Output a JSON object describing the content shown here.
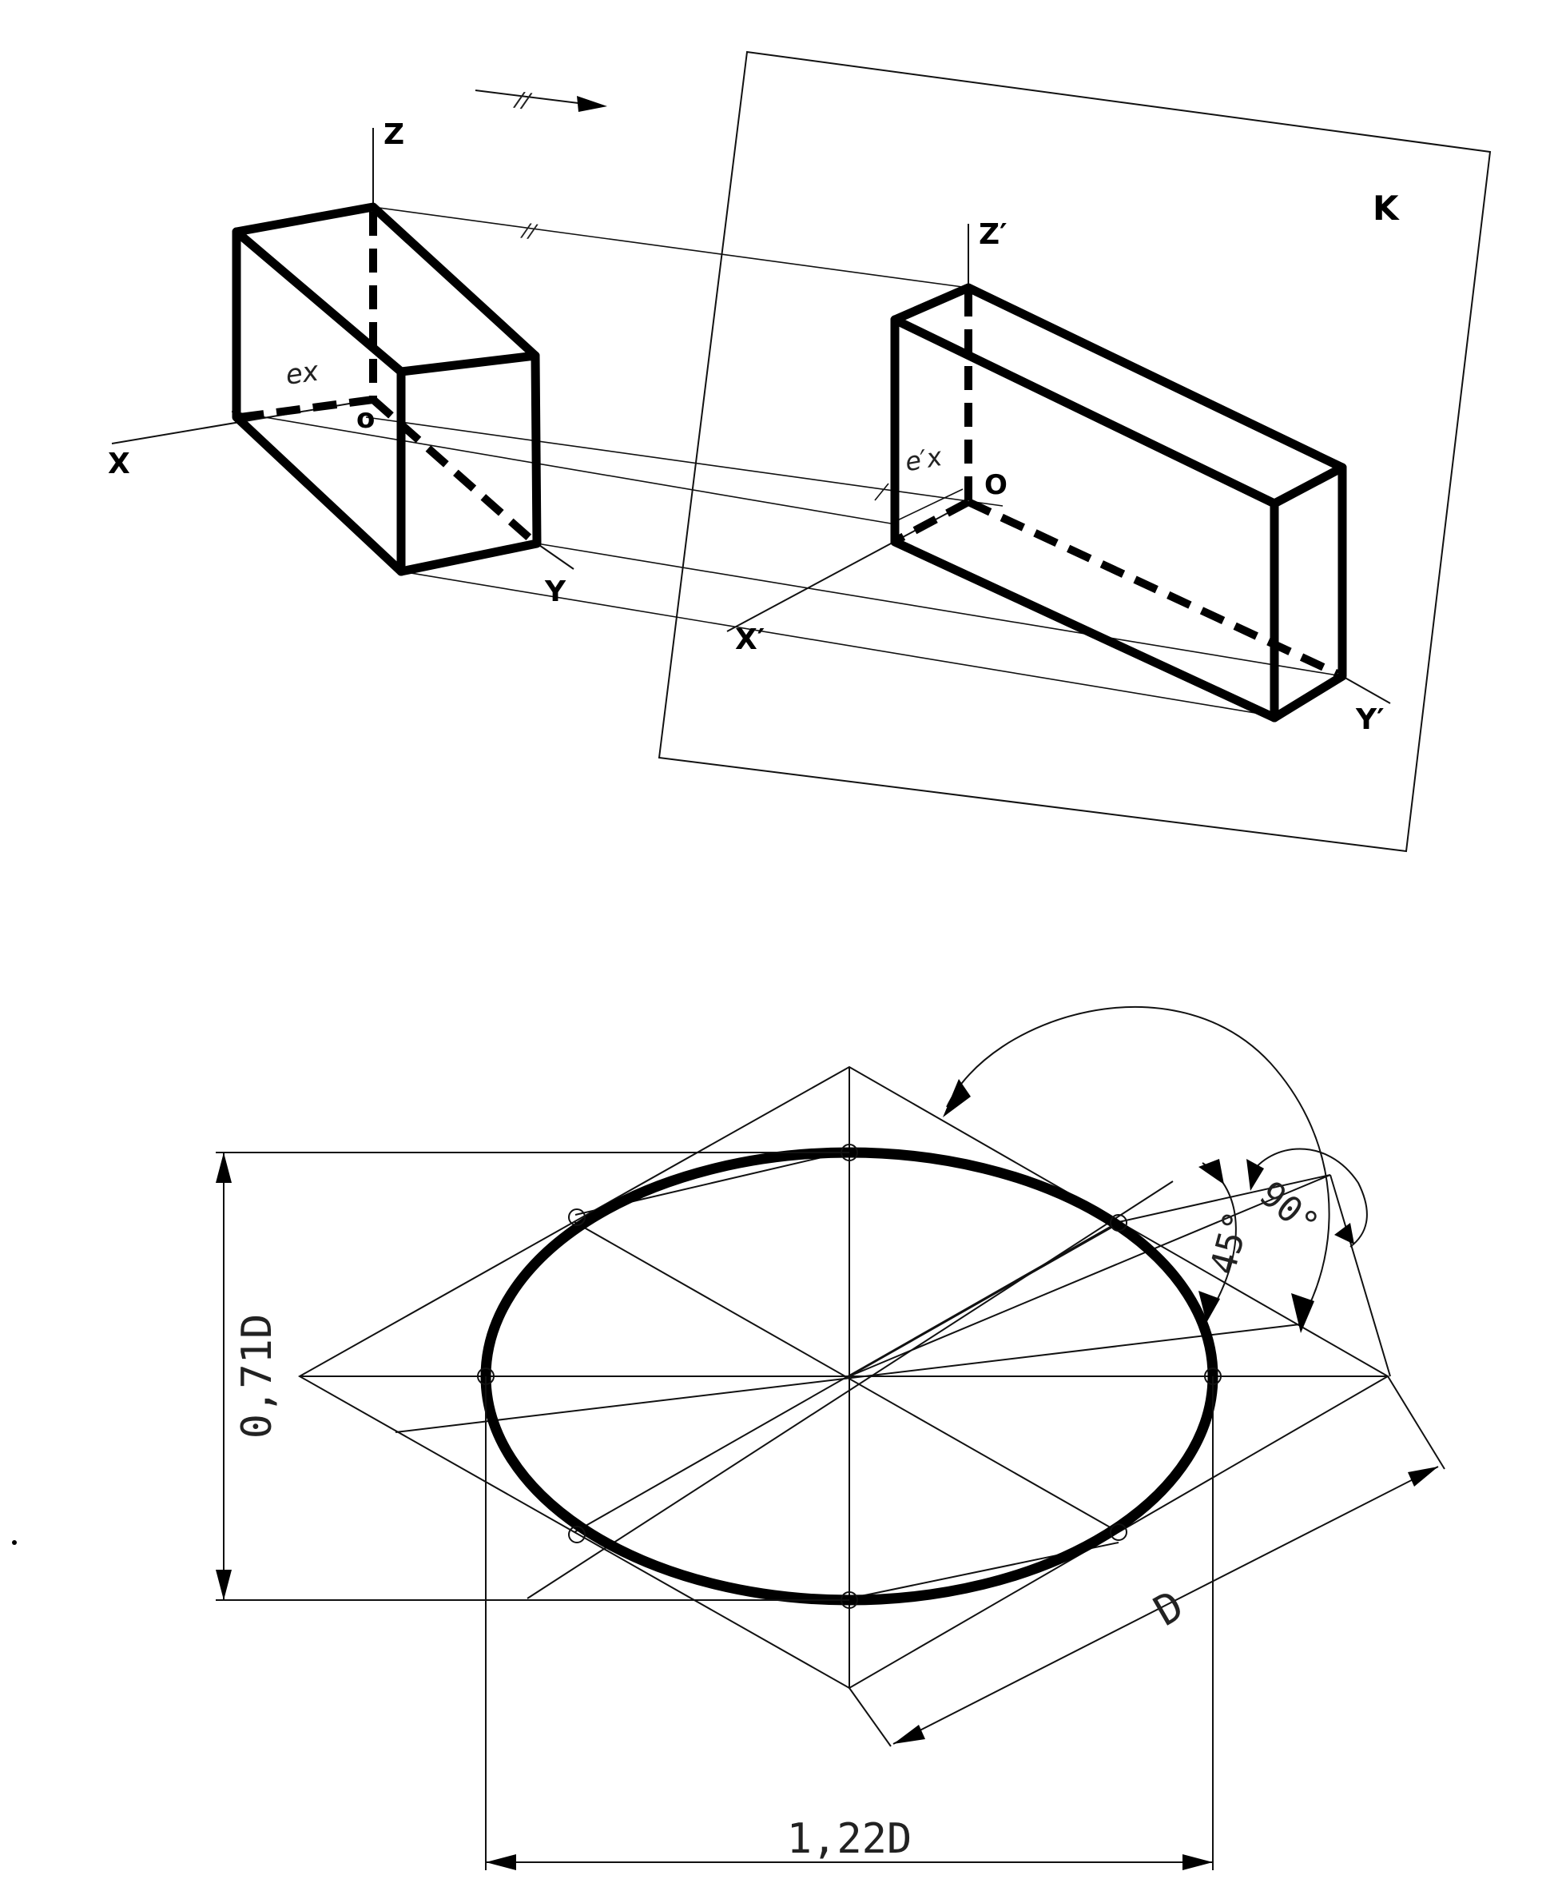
{
  "top_figure": {
    "direction_mark": "//",
    "ray_mark": "//",
    "axis_x": "X",
    "axis_y": "Y",
    "axis_z": "Z",
    "origin": "o",
    "coeff_x": "ex",
    "plane_label": "K",
    "axis_x_proj": "X′",
    "axis_y_proj": "Y′",
    "axis_z_proj": "Z′",
    "origin_proj": "O",
    "coeff_x_proj": "e′x"
  },
  "bottom_figure": {
    "height_dim": "0,71D",
    "width_dim": "1,22D",
    "side_dim": "D",
    "angle_45": "45°",
    "angle_90": "90°"
  }
}
